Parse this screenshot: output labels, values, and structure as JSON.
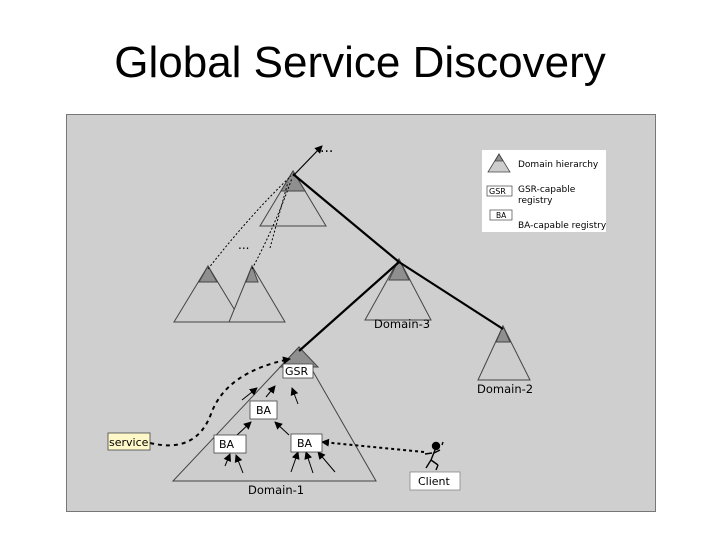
{
  "slide": {
    "title": "Global Service Discovery"
  },
  "legend": {
    "domain_hierarchy": "Domain hierarchy",
    "gsr_icon": "GSR",
    "gsr_line1": "GSR-capable",
    "gsr_line2": "registry",
    "ba_icon": "BA",
    "ba_label": "BA-capable registry"
  },
  "diagram": {
    "ellipsis_top": "...",
    "ellipsis_left": "...",
    "domain3": "Domain-3",
    "domain2": "Domain-2",
    "domain1": "Domain-1",
    "gsr": "GSR",
    "ba_top": "BA",
    "ba_left": "BA",
    "ba_right": "BA",
    "service": "service",
    "client": "Client"
  },
  "colors": {
    "panel_bg": "#cfcfcf",
    "triangle_light": "#cdcdcd",
    "triangle_dark": "#8f8f8f",
    "box_bg": "#ffffff",
    "service_bg": "#fff8c8"
  }
}
